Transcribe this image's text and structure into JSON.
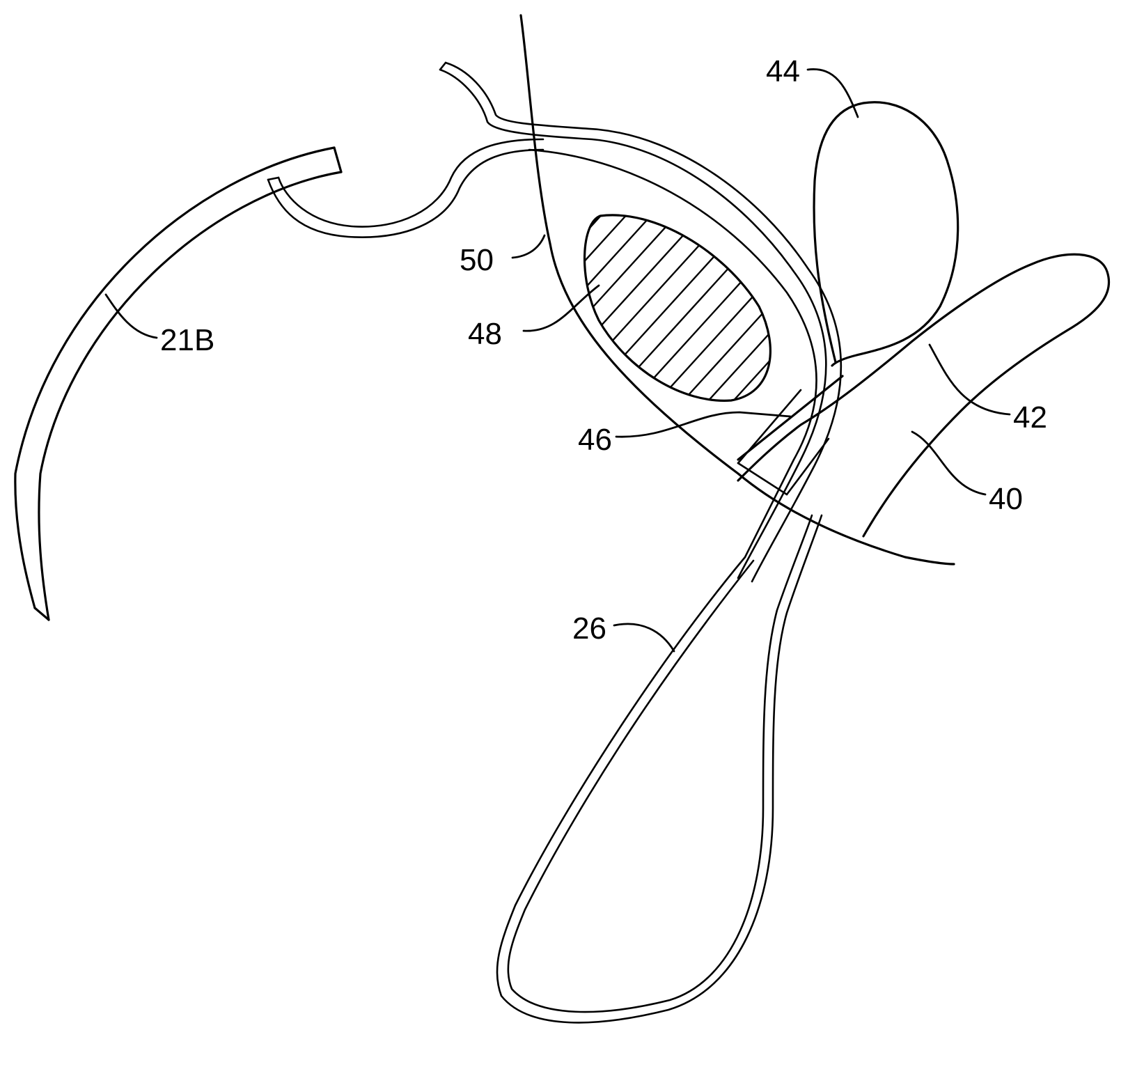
{
  "figure": {
    "reference_numerals": {
      "needle": "21B",
      "suture": "26",
      "part_40": "40",
      "part_42": "42",
      "part_44": "44",
      "part_46": "46",
      "part_48": "48",
      "part_50": "50"
    }
  }
}
